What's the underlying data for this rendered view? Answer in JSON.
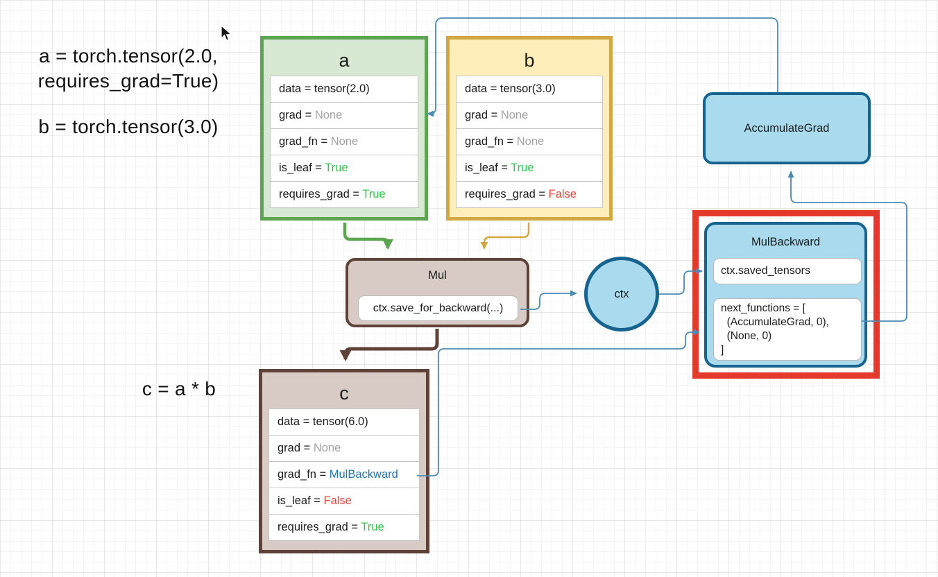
{
  "colors": {
    "green_border": "#5ea553",
    "green_fill": "#d7e9d2",
    "yellow_border": "#d2a843",
    "yellow_fill": "#ffeeba",
    "brown_border": "#5e4238",
    "brown_fill": "#d8cbc5",
    "blue_border": "#16648e",
    "blue_fill": "#a9daee",
    "connector_blue": "#4a8ab5",
    "highlight_red": "#e43a2c",
    "value_none": "#a3a3a3",
    "value_true": "#2bc948",
    "value_false": "#ee443b",
    "value_link": "#1c76b8"
  },
  "code_labels": {
    "a_line1": "a = torch.tensor(2.0,",
    "a_line2": "requires_grad=True)",
    "b_line": "b = torch.tensor(3.0)",
    "c_line": "c = a * b"
  },
  "tensor_a": {
    "title": "a",
    "rows": [
      {
        "label": "data = ",
        "value": "tensor(2.0)",
        "vclass": "v-dark"
      },
      {
        "label": "grad = ",
        "value": "None",
        "vclass": "v-gray"
      },
      {
        "label": "grad_fn = ",
        "value": "None",
        "vclass": "v-gray"
      },
      {
        "label": "is_leaf = ",
        "value": "True",
        "vclass": "v-green"
      },
      {
        "label": "requires_grad = ",
        "value": "True",
        "vclass": "v-green"
      }
    ]
  },
  "tensor_b": {
    "title": "b",
    "rows": [
      {
        "label": "data = ",
        "value": "tensor(3.0)",
        "vclass": "v-dark"
      },
      {
        "label": "grad = ",
        "value": "None",
        "vclass": "v-gray"
      },
      {
        "label": "grad_fn = ",
        "value": "None",
        "vclass": "v-gray"
      },
      {
        "label": "is_leaf = ",
        "value": "True",
        "vclass": "v-green"
      },
      {
        "label": "requires_grad = ",
        "value": "False",
        "vclass": "v-red"
      }
    ]
  },
  "tensor_c": {
    "title": "c",
    "rows": [
      {
        "label": "data = ",
        "value": "tensor(6.0)",
        "vclass": "v-dark"
      },
      {
        "label": "grad = ",
        "value": "None",
        "vclass": "v-gray"
      },
      {
        "label": "grad_fn = ",
        "value": "MulBackward",
        "vclass": "v-blue"
      },
      {
        "label": "is_leaf = ",
        "value": "False",
        "vclass": "v-red"
      },
      {
        "label": "requires_grad = ",
        "value": "True",
        "vclass": "v-green"
      }
    ]
  },
  "mul_node": {
    "title": "Mul",
    "body": "ctx.save_for_backward(...)"
  },
  "ctx_node": {
    "label": "ctx"
  },
  "accumulate_grad_node": {
    "label": "AccumulateGrad"
  },
  "mul_backward_node": {
    "title": "MulBackward",
    "saved_tensors": "ctx.saved_tensors",
    "next_functions_lines": [
      "next_functions = [",
      "  (AccumulateGrad, 0),",
      "  (None, 0)",
      "]"
    ]
  }
}
